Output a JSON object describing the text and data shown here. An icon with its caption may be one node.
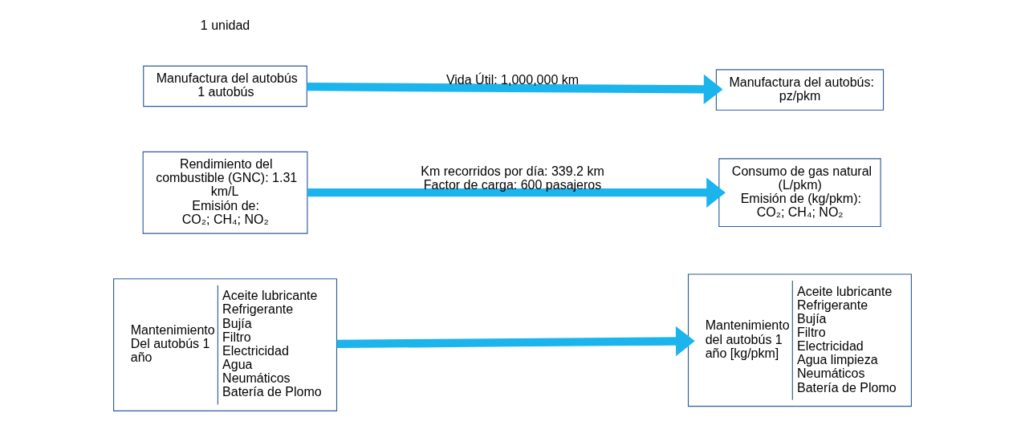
{
  "diagram": {
    "nodes": [
      {
        "text": [
          "Manufactura del autobús 1 autobús"
        ]
      },
      {
        "text": [
          "Manufactura del autobús: pz/pkm"
        ]
      },
      {
        "text": [
          "Rendimiento del combustible (GNC): 1.31 km/L",
          "Emisión de:",
          "CO₂; CH₄; NO₂"
        ]
      },
      {
        "text": [
          "Consumo de gas natural (L/pkm)",
          "Emisión de (kg/pkm):",
          "CO₂; CH₄; NO₂"
        ]
      },
      {
        "text": [
          "Mantenimiento Del autobús 1 año",
          "Aceite lubricante",
          "Refrigerante",
          "Bujía",
          "Filtro",
          "Electricidad",
          "Agua",
          "Neumáticos",
          "Batería de Plomo"
        ]
      },
      {
        "text": [
          "Mantenimiento del autobús 1 año [kg/pkm]",
          "Aceite lubricante",
          "Refrigerante",
          "Bujía",
          "Filtro",
          "Electricidad",
          "Agua limpieza",
          "Neumáticos",
          "Batería de Plomo"
        ]
      }
    ],
    "edges": [
      {
        "from": 0,
        "to": 1,
        "arrow": "to",
        "label": "Vida Útil: 1,000,000 km"
      },
      {
        "from": 2,
        "to": 3,
        "arrow": "to",
        "label": "Km recorridos por día: 339.2 km Factor de carga: 600 pasajeros"
      },
      {
        "from": 4,
        "to": 5,
        "arrow": "to"
      }
    ],
    "labels": [
      "1 unidad"
    ]
  }
}
